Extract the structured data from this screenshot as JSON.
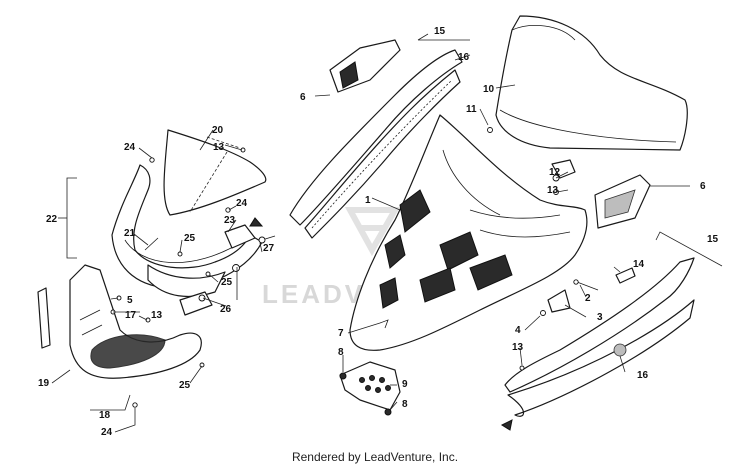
{
  "footer": {
    "text": "Rendered by LeadVenture, Inc."
  },
  "watermark": {
    "text": "LEADVENTURE"
  },
  "colors": {
    "line": "#1a1a1a",
    "watermark": "#d8d8d8",
    "background": "#ffffff"
  },
  "callouts": {
    "c1": "1",
    "c2": "2",
    "c3": "3",
    "c4": "4",
    "c5": "5",
    "c6a": "6",
    "c6b": "6",
    "c7": "7",
    "c8a": "8",
    "c8b": "8",
    "c9": "9",
    "c10": "10",
    "c11": "11",
    "c12": "12",
    "c13a": "13",
    "c13b": "13",
    "c13c": "13",
    "c13d": "13",
    "c14": "14",
    "c15a": "15",
    "c15b": "15",
    "c16a": "16",
    "c16b": "16",
    "c17": "17",
    "c18": "18",
    "c19": "19",
    "c20": "20",
    "c21": "21",
    "c22": "22",
    "c23": "23",
    "c24a": "24",
    "c24b": "24",
    "c24c": "24",
    "c25a": "25",
    "c25b": "25",
    "c25c": "25",
    "c26": "26",
    "c27": "27"
  }
}
